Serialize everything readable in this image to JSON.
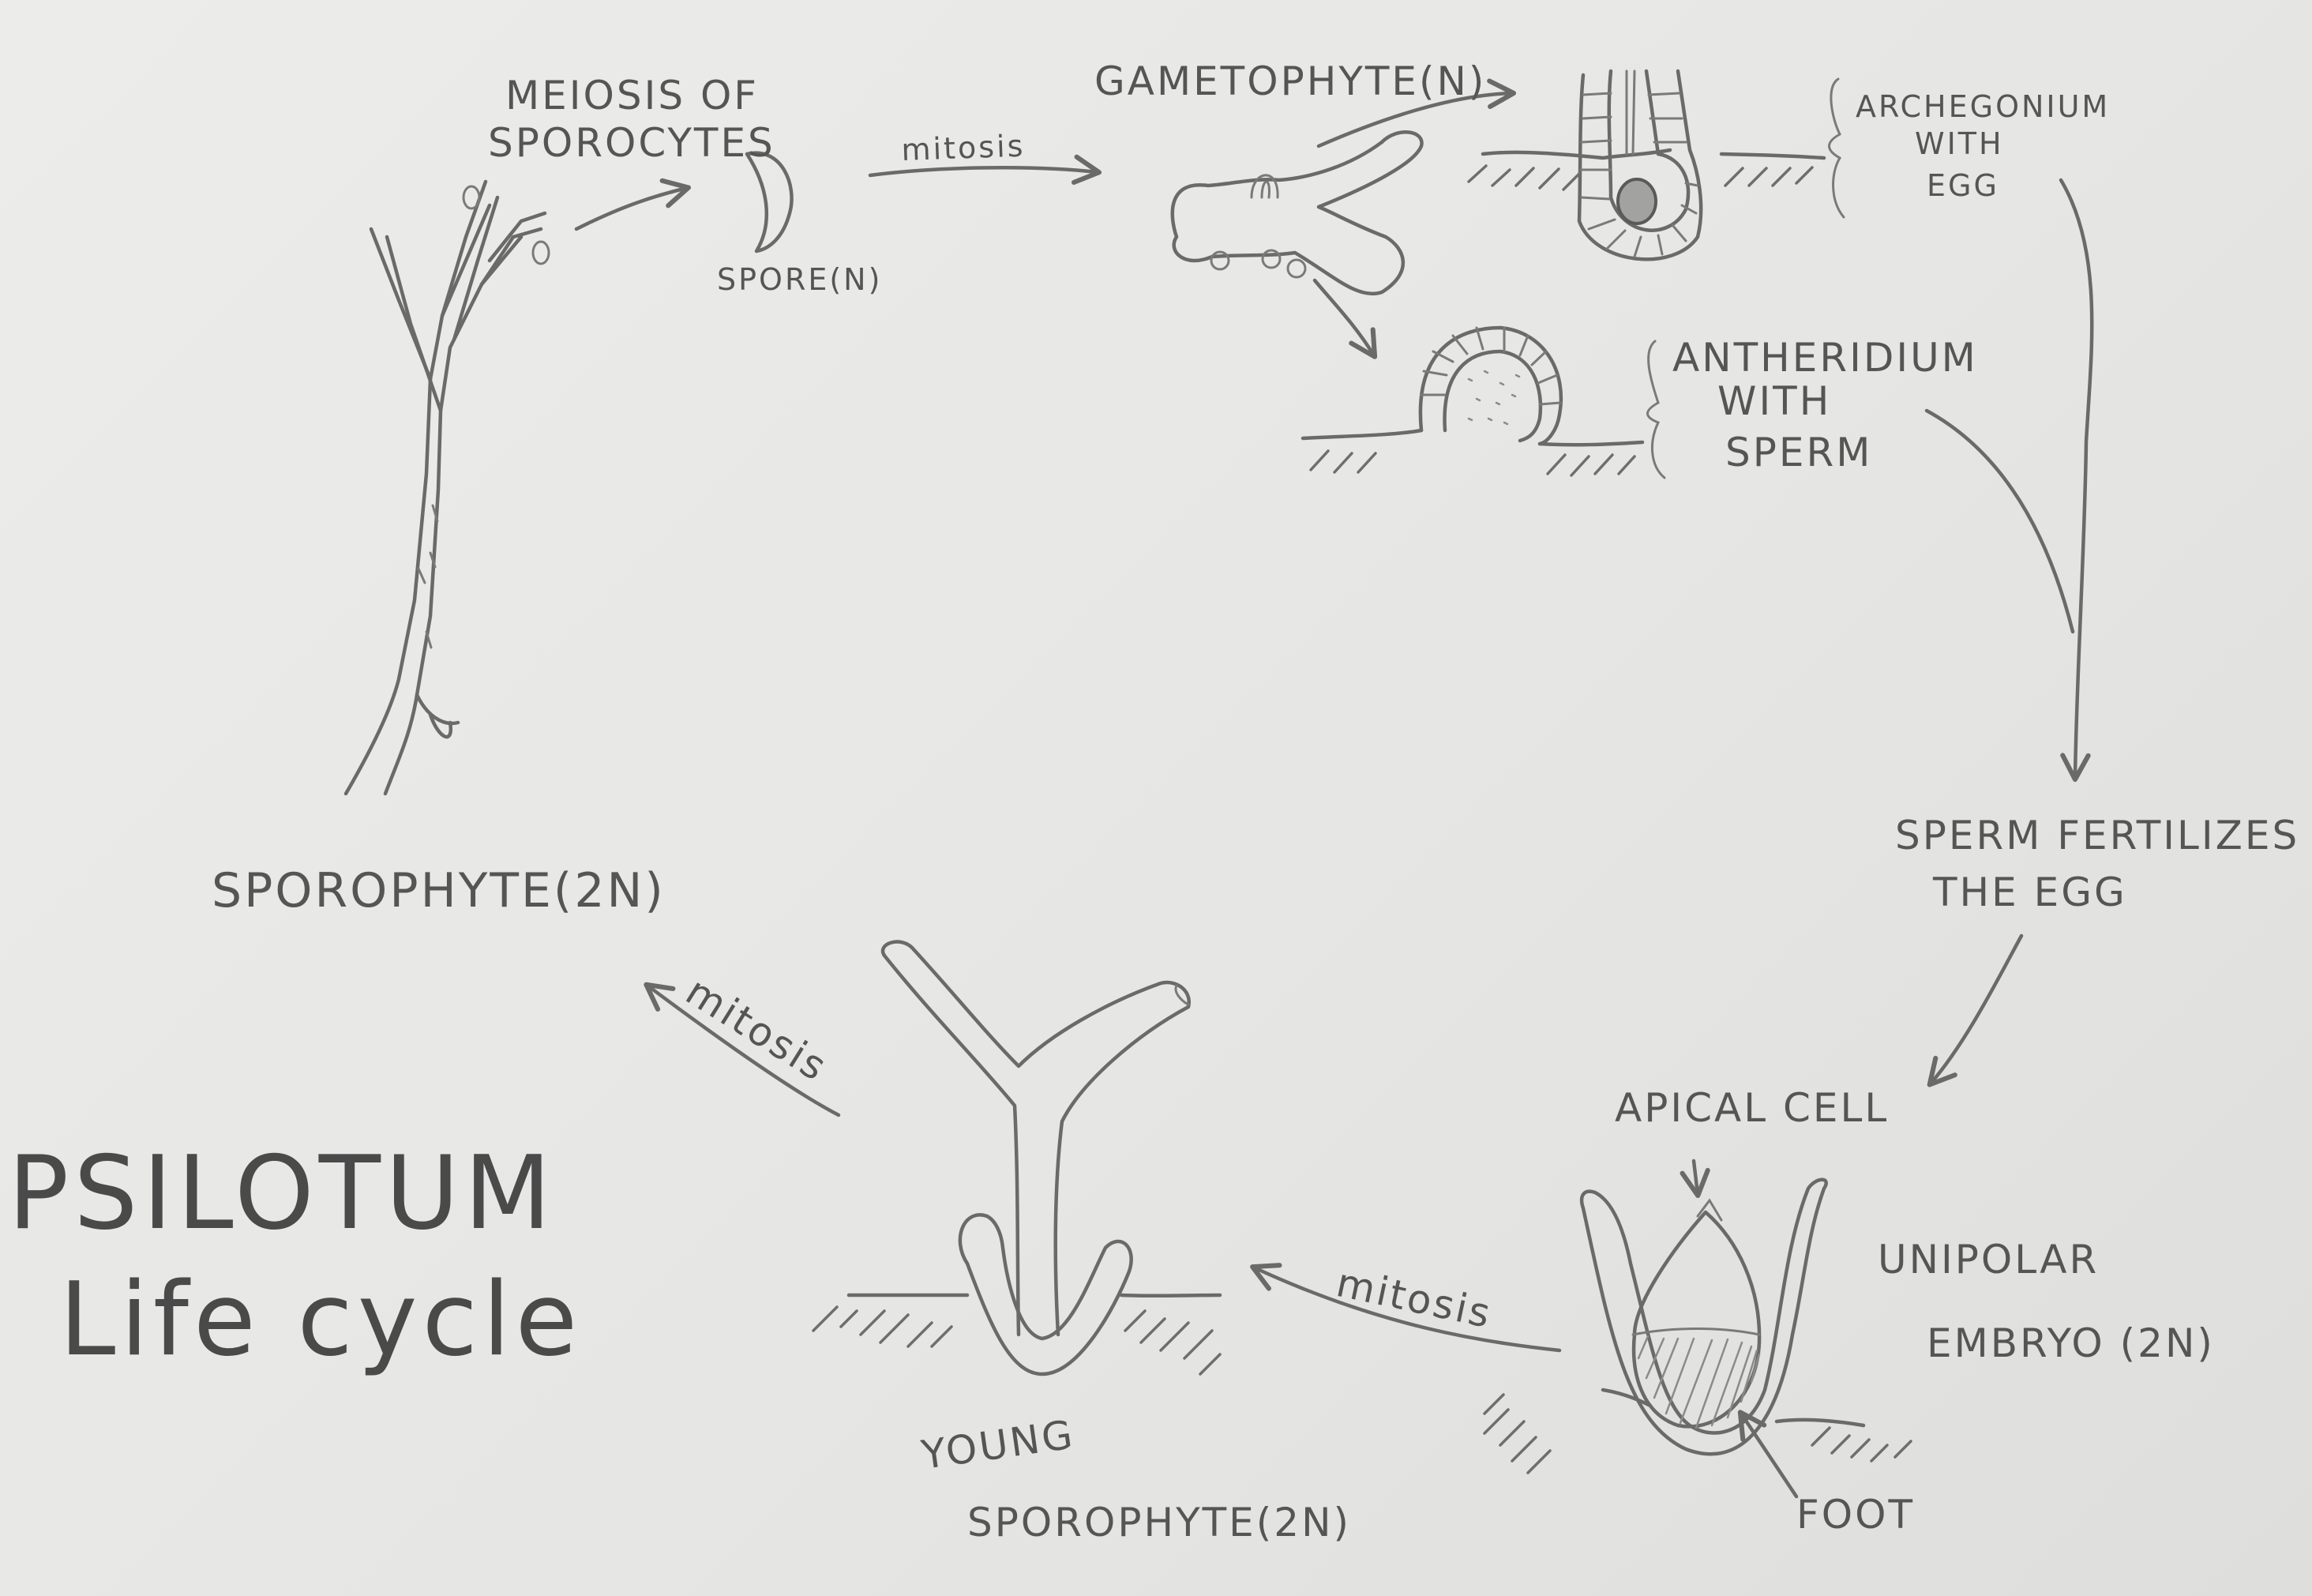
{
  "labels": {
    "meiosis": [
      "MEIOSIS OF",
      "SPOROCYTES"
    ],
    "spore": "SPORE(N)",
    "mitosis_top": "mitosis",
    "gametophyte": "GAMETOPHYTE(N)",
    "archegonium": [
      "ARCHEGONIUM",
      "WITH",
      "EGG"
    ],
    "antheridium": [
      "ANTHERIDIUM",
      "WITH",
      "SPERM"
    ],
    "fertilize": [
      "SPERM FERTILIZES",
      "THE EGG"
    ],
    "apical_cell": "APICAL CELL",
    "unipolar": [
      "UNIPOLAR",
      "EMBRYO (2N)"
    ],
    "foot": "FOOT",
    "mitosis_bottom": "mitosis",
    "young_sporophyte": [
      "YOUNG",
      "SPOROPHYTE(2N)"
    ],
    "mitosis_left": "mitosis",
    "sporophyte": "SPOROPHYTE(2N)",
    "title": [
      "PSILOTUM",
      "Life cycle"
    ]
  },
  "colors": {
    "pencil": "#6a6a6a",
    "paper": "#e8e8e6"
  }
}
